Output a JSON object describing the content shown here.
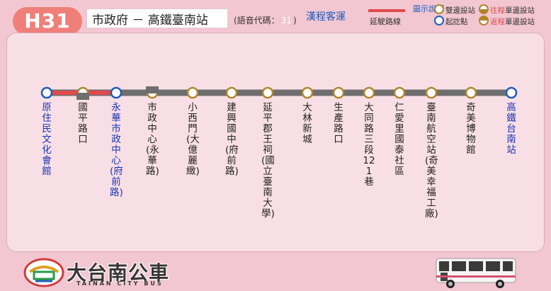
{
  "header": {
    "route_number": "H31",
    "route_title": "市政府 － 高鐵臺南站",
    "voice_code_label": "(語音代碼：",
    "voice_code_value": "31",
    "voice_code_close": ")",
    "operator": "漢程客運"
  },
  "legend": {
    "extension_label": "延駛路線",
    "legend_title": "圖示說明",
    "both_sides": "雙邊設站",
    "start_end": "起訖點",
    "outbound_prefix": "往程",
    "outbound_suffix": "單邊設站",
    "return_prefix": "返程",
    "return_suffix": "單邊設站",
    "extension_color": "#e04a4a",
    "line_color": "#6e6e6e",
    "endpoint_color": "#1e5bbd",
    "stop_color": "#b0852a"
  },
  "stops": [
    {
      "name": "原住民文化會館",
      "type": "terminal"
    },
    {
      "name": "國平路口",
      "type": "outbound"
    },
    {
      "name": "永華市政中心(府前路)",
      "type": "terminal"
    },
    {
      "name": "市政中心(永華路)",
      "type": "return"
    },
    {
      "name": "小西門(大億麗緻)",
      "type": "both"
    },
    {
      "name": "建興國中(府前路)",
      "type": "both"
    },
    {
      "name": "延平郡王祠(國立臺南大學)",
      "type": "both"
    },
    {
      "name": "大林新城",
      "type": "both"
    },
    {
      "name": "生產路口",
      "type": "both"
    },
    {
      "name": "大同路三段121巷",
      "type": "both"
    },
    {
      "name": "仁愛里國泰社區",
      "type": "both"
    },
    {
      "name": "臺南航空站(奇美幸福工廠)",
      "type": "both"
    },
    {
      "name": "奇美博物館",
      "type": "both"
    },
    {
      "name": "高鐵台南站",
      "type": "terminal"
    }
  ],
  "branding": {
    "name": "大台南公車",
    "subtitle": "TAINAN CITY BUS"
  }
}
